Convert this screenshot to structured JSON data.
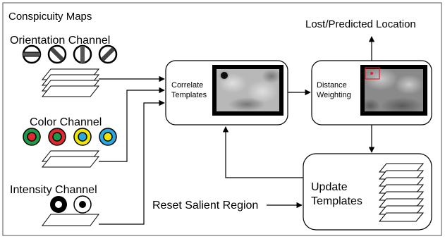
{
  "header": {
    "title": "Conspicuity Maps"
  },
  "channels": {
    "orientation": "Orientation Channel",
    "color": "Color Channel",
    "intensity": "Intensity Channel"
  },
  "boxes": {
    "correlate": [
      "Correlate",
      "Templates"
    ],
    "distance": [
      "Distance",
      "Weighting"
    ],
    "update": [
      "Update",
      "Templates"
    ]
  },
  "labels": {
    "output": "Lost/Predicted Location",
    "reset": "Reset Salient Region"
  },
  "colors": {
    "channel_green": "#1f9b45",
    "channel_red": "#e0282e",
    "channel_yellow": "#f2e600",
    "channel_cyan": "#29a8e0",
    "marker_red": "#e0202a"
  }
}
